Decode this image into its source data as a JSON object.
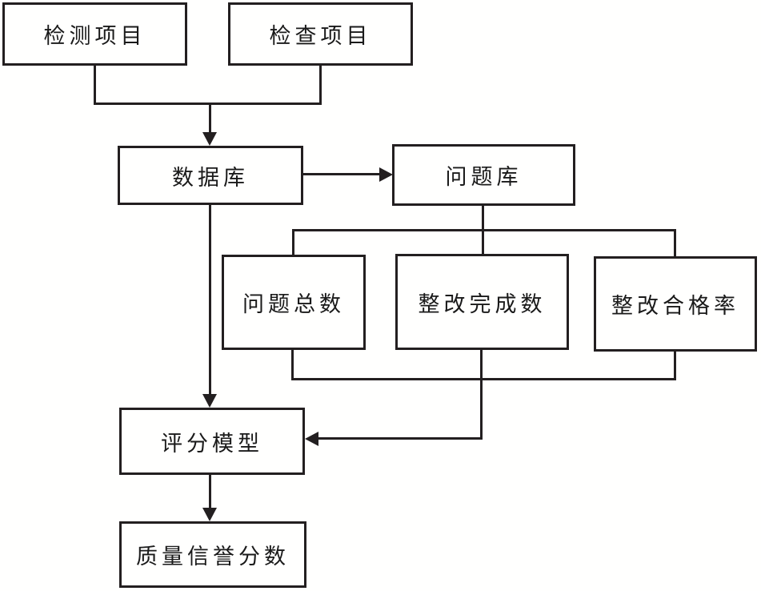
{
  "diagram": {
    "background_color": "#fffffe",
    "line_color": "#231f20",
    "text_color": "#1a1a1a",
    "nodes": {
      "detection_project": {
        "label": "检测项目"
      },
      "inspection_project": {
        "label": "检查项目"
      },
      "database": {
        "label": "数据库"
      },
      "problem_library": {
        "label": "问题库"
      },
      "total_problems": {
        "label": "问题总数"
      },
      "rectification_completed": {
        "label": "整改完成数"
      },
      "rectification_pass_rate": {
        "label": "整改合格率"
      },
      "scoring_model": {
        "label": "评分模型"
      },
      "quality_reputation_score": {
        "label": "质量信誉分数"
      }
    },
    "edges": [
      {
        "from": "检测项目",
        "to": "数据库",
        "arrow": true
      },
      {
        "from": "检查项目",
        "to": "数据库",
        "arrow": true
      },
      {
        "from": "数据库",
        "to": "问题库",
        "arrow": true
      },
      {
        "from": "问题库",
        "to": "问题总数",
        "arrow": false
      },
      {
        "from": "问题库",
        "to": "整改完成数",
        "arrow": false
      },
      {
        "from": "问题库",
        "to": "整改合格率",
        "arrow": false
      },
      {
        "from": "问题总数",
        "to": "评分模型",
        "arrow": true
      },
      {
        "from": "整改完成数",
        "to": "评分模型",
        "arrow": true
      },
      {
        "from": "整改合格率",
        "to": "评分模型",
        "arrow": true
      },
      {
        "from": "数据库",
        "to": "评分模型",
        "arrow": true
      },
      {
        "from": "评分模型",
        "to": "质量信誉分数",
        "arrow": true
      }
    ]
  }
}
